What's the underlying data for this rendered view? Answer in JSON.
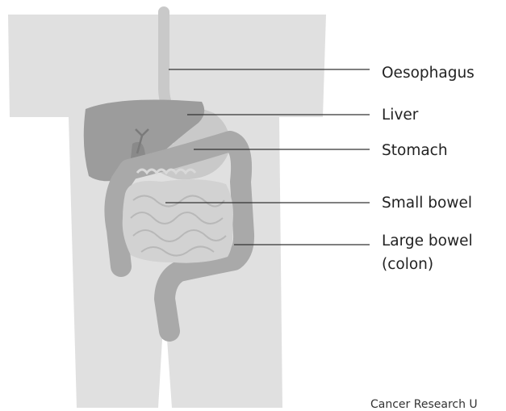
{
  "labels": {
    "oesophagus": "Oesophagus",
    "liver": "Liver",
    "stomach": "Stomach",
    "small_bowel": "Small bowel",
    "large_bowel": "Large bowel",
    "colon": "(colon)"
  },
  "credit": "Cancer Research U",
  "colors": {
    "body_silhouette": "#e0e0e0",
    "liver": "#9c9c9c",
    "stomach": "#c9c9c9",
    "large_bowel": "#a9a9a9",
    "small_bowel": "#d2d2d2",
    "leader_line": "#333333",
    "label_text": "#222222"
  }
}
